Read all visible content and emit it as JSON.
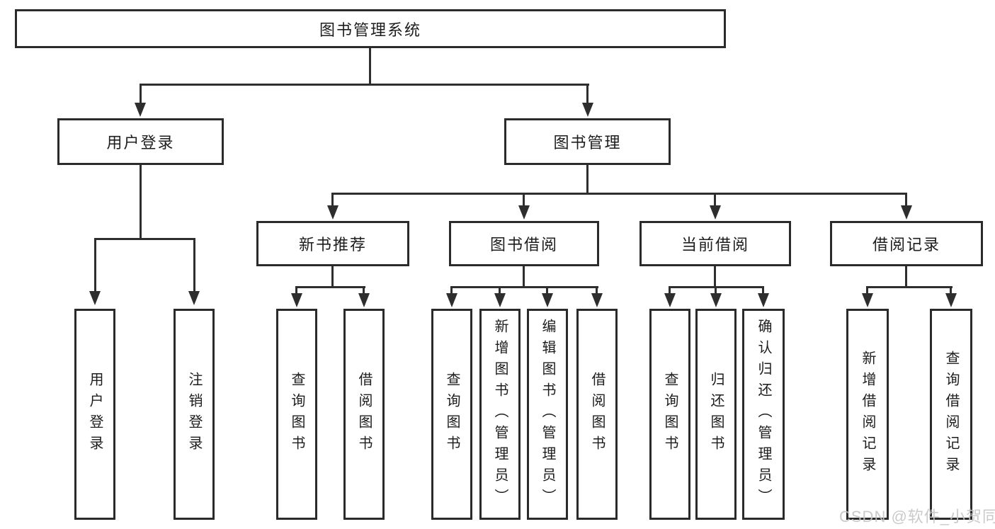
{
  "diagram_title": "图书管理系统",
  "watermark": "CSDN @软件_小贺同学",
  "colors": {
    "line": "#2e2e2e",
    "border": "#2b2b2b",
    "text": "#1d1d1d",
    "background": "#ffffff",
    "watermark": "#c5c5c5"
  },
  "tree": {
    "root": {
      "label": "图书管理系统"
    },
    "level2": [
      {
        "label": "用户登录",
        "children": [
          {
            "label": "用户登录"
          },
          {
            "label": "注销登录"
          }
        ]
      },
      {
        "label": "图书管理",
        "children": [
          {
            "label": "新书推荐",
            "children": [
              {
                "label": "查询图书"
              },
              {
                "label": "借阅图书"
              }
            ]
          },
          {
            "label": "图书借阅",
            "children": [
              {
                "label": "查询图书"
              },
              {
                "label": "新增图书（管理员）"
              },
              {
                "label": "编辑图书（管理员）"
              },
              {
                "label": "借阅图书"
              }
            ]
          },
          {
            "label": "当前借阅",
            "children": [
              {
                "label": "查询图书"
              },
              {
                "label": "归还图书"
              },
              {
                "label": "确认归还（管理员）"
              }
            ]
          },
          {
            "label": "借阅记录",
            "children": [
              {
                "label": "新增借阅记录"
              },
              {
                "label": "查询借阅记录"
              }
            ]
          }
        ]
      }
    ]
  }
}
